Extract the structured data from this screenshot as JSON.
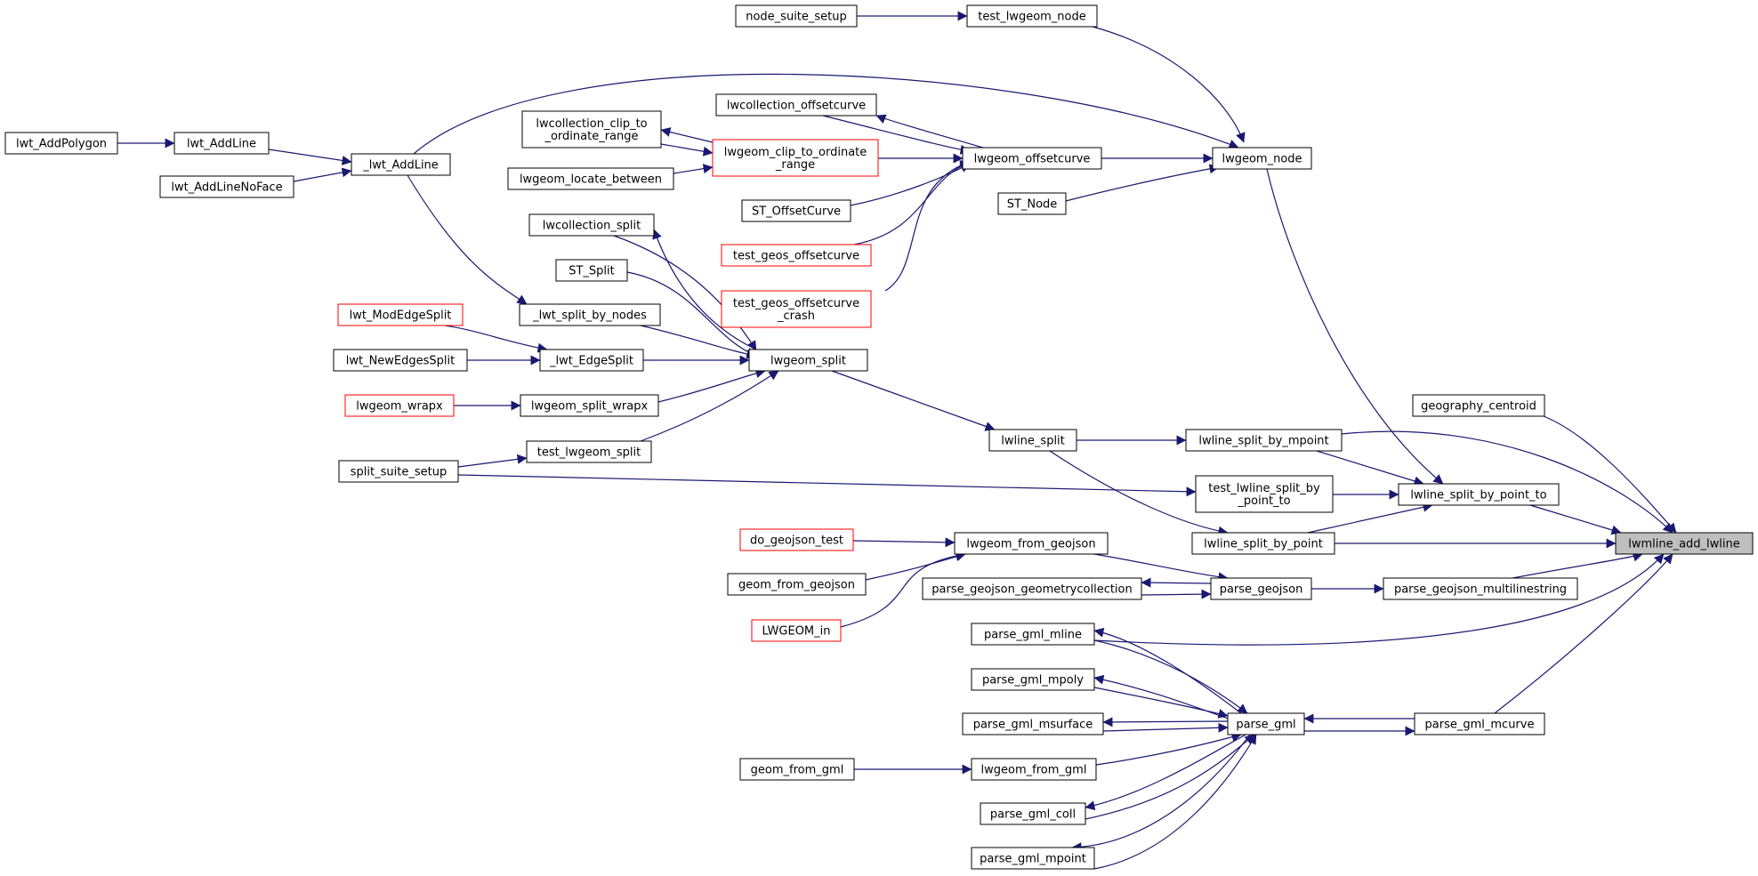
{
  "diagram": {
    "type": "call-graph",
    "colors": {
      "background": "#ffffff",
      "edge": "#191970",
      "node_border": "#000000",
      "truncated_border": "#ff0000",
      "root_fill": "#bfbfbf"
    },
    "nodes": [
      {
        "id": "node_suite_setup",
        "lines": [
          "node_suite_setup"
        ]
      },
      {
        "id": "test_lwgeom_node",
        "lines": [
          "test_lwgeom_node"
        ]
      },
      {
        "id": "lwt_AddPolygon",
        "lines": [
          "lwt_AddPolygon"
        ]
      },
      {
        "id": "lwt_AddLine",
        "lines": [
          "lwt_AddLine"
        ]
      },
      {
        "id": "lwt_AddLineNoFace",
        "lines": [
          "lwt_AddLineNoFace"
        ]
      },
      {
        "id": "_lwt_AddLine",
        "lines": [
          "_lwt_AddLine"
        ]
      },
      {
        "id": "lwcollection_offsetcurve",
        "lines": [
          "lwcollection_offsetcurve"
        ]
      },
      {
        "id": "lwcollection_clip_to_ordinate_range",
        "lines": [
          "lwcollection_clip_to",
          "_ordinate_range"
        ]
      },
      {
        "id": "lwgeom_clip_to_ordinate_range",
        "lines": [
          "lwgeom_clip_to_ordinate",
          "_range"
        ],
        "truncated": true
      },
      {
        "id": "lwgeom_offsetcurve",
        "lines": [
          "lwgeom_offsetcurve"
        ]
      },
      {
        "id": "lwgeom_node",
        "lines": [
          "lwgeom_node"
        ]
      },
      {
        "id": "lwgeom_locate_between",
        "lines": [
          "lwgeom_locate_between"
        ]
      },
      {
        "id": "ST_OffsetCurve",
        "lines": [
          "ST_OffsetCurve"
        ]
      },
      {
        "id": "ST_Node",
        "lines": [
          "ST_Node"
        ]
      },
      {
        "id": "lwcollection_split",
        "lines": [
          "lwcollection_split"
        ]
      },
      {
        "id": "test_geos_offsetcurve",
        "lines": [
          "test_geos_offsetcurve"
        ],
        "truncated": true
      },
      {
        "id": "ST_Split",
        "lines": [
          "ST_Split"
        ]
      },
      {
        "id": "test_geos_offsetcurve_crash",
        "lines": [
          "test_geos_offsetcurve",
          "_crash"
        ],
        "truncated": true
      },
      {
        "id": "lwt_ModEdgeSplit",
        "lines": [
          "lwt_ModEdgeSplit"
        ],
        "truncated": true
      },
      {
        "id": "_lwt_split_by_nodes",
        "lines": [
          "_lwt_split_by_nodes"
        ]
      },
      {
        "id": "lwt_NewEdgesSplit",
        "lines": [
          "lwt_NewEdgesSplit"
        ]
      },
      {
        "id": "_lwt_EdgeSplit",
        "lines": [
          "_lwt_EdgeSplit"
        ]
      },
      {
        "id": "lwgeom_split",
        "lines": [
          "lwgeom_split"
        ]
      },
      {
        "id": "lwgeom_wrapx",
        "lines": [
          "lwgeom_wrapx"
        ],
        "truncated": true
      },
      {
        "id": "lwgeom_split_wrapx",
        "lines": [
          "lwgeom_split_wrapx"
        ]
      },
      {
        "id": "geography_centroid",
        "lines": [
          "geography_centroid"
        ]
      },
      {
        "id": "lwline_split",
        "lines": [
          "lwline_split"
        ]
      },
      {
        "id": "lwline_split_by_mpoint",
        "lines": [
          "lwline_split_by_mpoint"
        ]
      },
      {
        "id": "test_lwgeom_split",
        "lines": [
          "test_lwgeom_split"
        ]
      },
      {
        "id": "split_suite_setup",
        "lines": [
          "split_suite_setup"
        ]
      },
      {
        "id": "test_lwline_split_by_point_to",
        "lines": [
          "test_lwline_split_by",
          "_point_to"
        ]
      },
      {
        "id": "lwline_split_by_point_to",
        "lines": [
          "lwline_split_by_point_to"
        ]
      },
      {
        "id": "do_geojson_test",
        "lines": [
          "do_geojson_test"
        ],
        "truncated": true
      },
      {
        "id": "lwgeom_from_geojson",
        "lines": [
          "lwgeom_from_geojson"
        ]
      },
      {
        "id": "lwline_split_by_point",
        "lines": [
          "lwline_split_by_point"
        ]
      },
      {
        "id": "lwmline_add_lwline",
        "lines": [
          "lwmline_add_lwline"
        ],
        "root": true
      },
      {
        "id": "geom_from_geojson",
        "lines": [
          "geom_from_geojson"
        ]
      },
      {
        "id": "parse_geojson_geometrycollection",
        "lines": [
          "parse_geojson_geometrycollection"
        ]
      },
      {
        "id": "parse_geojson",
        "lines": [
          "parse_geojson"
        ]
      },
      {
        "id": "parse_geojson_multilinestring",
        "lines": [
          "parse_geojson_multilinestring"
        ]
      },
      {
        "id": "LWGEOM_in",
        "lines": [
          "LWGEOM_in"
        ],
        "truncated": true
      },
      {
        "id": "parse_gml_mline",
        "lines": [
          "parse_gml_mline"
        ]
      },
      {
        "id": "parse_gml_mpoly",
        "lines": [
          "parse_gml_mpoly"
        ]
      },
      {
        "id": "parse_gml_msurface",
        "lines": [
          "parse_gml_msurface"
        ]
      },
      {
        "id": "parse_gml",
        "lines": [
          "parse_gml"
        ]
      },
      {
        "id": "parse_gml_mcurve",
        "lines": [
          "parse_gml_mcurve"
        ]
      },
      {
        "id": "geom_from_gml",
        "lines": [
          "geom_from_gml"
        ]
      },
      {
        "id": "lwgeom_from_gml",
        "lines": [
          "lwgeom_from_gml"
        ]
      },
      {
        "id": "parse_gml_coll",
        "lines": [
          "parse_gml_coll"
        ]
      },
      {
        "id": "parse_gml_mpoint",
        "lines": [
          "parse_gml_mpoint"
        ]
      }
    ],
    "edges": [
      {
        "from": "node_suite_setup",
        "to": "test_lwgeom_node"
      },
      {
        "from": "test_lwgeom_node",
        "to": "lwgeom_node"
      },
      {
        "from": "lwt_AddPolygon",
        "to": "lwt_AddLine"
      },
      {
        "from": "lwt_AddLine",
        "to": "_lwt_AddLine"
      },
      {
        "from": "lwt_AddLineNoFace",
        "to": "_lwt_AddLine"
      },
      {
        "from": "_lwt_AddLine",
        "to": "lwgeom_node"
      },
      {
        "from": "_lwt_AddLine",
        "to": "_lwt_split_by_nodes"
      },
      {
        "from": "lwcollection_offsetcurve",
        "to": "lwgeom_offsetcurve"
      },
      {
        "from": "lwgeom_offsetcurve",
        "to": "lwcollection_offsetcurve"
      },
      {
        "from": "lwcollection_clip_to_ordinate_range",
        "to": "lwgeom_clip_to_ordinate_range"
      },
      {
        "from": "lwgeom_clip_to_ordinate_range",
        "to": "lwcollection_clip_to_ordinate_range"
      },
      {
        "from": "lwgeom_clip_to_ordinate_range",
        "to": "lwgeom_offsetcurve"
      },
      {
        "from": "lwgeom_locate_between",
        "to": "lwgeom_clip_to_ordinate_range"
      },
      {
        "from": "ST_OffsetCurve",
        "to": "lwgeom_offsetcurve"
      },
      {
        "from": "test_geos_offsetcurve",
        "to": "lwgeom_offsetcurve"
      },
      {
        "from": "test_geos_offsetcurve_crash",
        "to": "lwgeom_offsetcurve"
      },
      {
        "from": "lwgeom_offsetcurve",
        "to": "lwgeom_node"
      },
      {
        "from": "ST_Node",
        "to": "lwgeom_node"
      },
      {
        "from": "lwgeom_node",
        "to": "lwline_split_by_point_to"
      },
      {
        "from": "lwcollection_split",
        "to": "lwgeom_split"
      },
      {
        "from": "lwgeom_split",
        "to": "lwcollection_split"
      },
      {
        "from": "ST_Split",
        "to": "lwgeom_split"
      },
      {
        "from": "_lwt_split_by_nodes",
        "to": "lwgeom_split"
      },
      {
        "from": "lwt_ModEdgeSplit",
        "to": "_lwt_EdgeSplit"
      },
      {
        "from": "lwt_NewEdgesSplit",
        "to": "_lwt_EdgeSplit"
      },
      {
        "from": "_lwt_EdgeSplit",
        "to": "lwgeom_split"
      },
      {
        "from": "lwgeom_wrapx",
        "to": "lwgeom_split_wrapx"
      },
      {
        "from": "lwgeom_split_wrapx",
        "to": "lwgeom_split"
      },
      {
        "from": "test_lwgeom_split",
        "to": "lwgeom_split"
      },
      {
        "from": "split_suite_setup",
        "to": "test_lwgeom_split"
      },
      {
        "from": "split_suite_setup",
        "to": "test_lwline_split_by_point_to"
      },
      {
        "from": "lwgeom_split",
        "to": "lwline_split"
      },
      {
        "from": "lwline_split",
        "to": "lwline_split_by_mpoint"
      },
      {
        "from": "lwline_split",
        "to": "lwline_split_by_point"
      },
      {
        "from": "lwline_split_by_mpoint",
        "to": "lwline_split_by_point_to"
      },
      {
        "from": "lwline_split_by_mpoint",
        "to": "lwmline_add_lwline"
      },
      {
        "from": "test_lwline_split_by_point_to",
        "to": "lwline_split_by_point_to"
      },
      {
        "from": "lwline_split_by_point",
        "to": "lwline_split_by_point_to"
      },
      {
        "from": "lwline_split_by_point",
        "to": "lwmline_add_lwline"
      },
      {
        "from": "lwline_split_by_point_to",
        "to": "lwmline_add_lwline"
      },
      {
        "from": "geography_centroid",
        "to": "lwmline_add_lwline"
      },
      {
        "from": "do_geojson_test",
        "to": "lwgeom_from_geojson"
      },
      {
        "from": "geom_from_geojson",
        "to": "lwgeom_from_geojson"
      },
      {
        "from": "LWGEOM_in",
        "to": "lwgeom_from_geojson"
      },
      {
        "from": "lwgeom_from_geojson",
        "to": "parse_geojson"
      },
      {
        "from": "parse_geojson",
        "to": "parse_geojson_geometrycollection"
      },
      {
        "from": "parse_geojson_geometrycollection",
        "to": "parse_geojson"
      },
      {
        "from": "parse_geojson",
        "to": "parse_geojson_multilinestring"
      },
      {
        "from": "parse_geojson_multilinestring",
        "to": "lwmline_add_lwline"
      },
      {
        "from": "parse_gml_mline",
        "to": "lwmline_add_lwline"
      },
      {
        "from": "parse_gml",
        "to": "parse_gml_mline"
      },
      {
        "from": "parse_gml_mline",
        "to": "parse_gml"
      },
      {
        "from": "parse_gml",
        "to": "parse_gml_mpoly"
      },
      {
        "from": "parse_gml_mpoly",
        "to": "parse_gml"
      },
      {
        "from": "parse_gml",
        "to": "parse_gml_msurface"
      },
      {
        "from": "parse_gml_msurface",
        "to": "parse_gml"
      },
      {
        "from": "parse_gml",
        "to": "parse_gml_coll"
      },
      {
        "from": "parse_gml_coll",
        "to": "parse_gml"
      },
      {
        "from": "parse_gml",
        "to": "parse_gml_mpoint"
      },
      {
        "from": "parse_gml_mpoint",
        "to": "parse_gml"
      },
      {
        "from": "parse_gml",
        "to": "parse_gml_mcurve"
      },
      {
        "from": "parse_gml_mcurve",
        "to": "parse_gml"
      },
      {
        "from": "parse_gml_mcurve",
        "to": "lwmline_add_lwline"
      },
      {
        "from": "geom_from_gml",
        "to": "lwgeom_from_gml"
      },
      {
        "from": "lwgeom_from_gml",
        "to": "parse_gml"
      }
    ]
  }
}
